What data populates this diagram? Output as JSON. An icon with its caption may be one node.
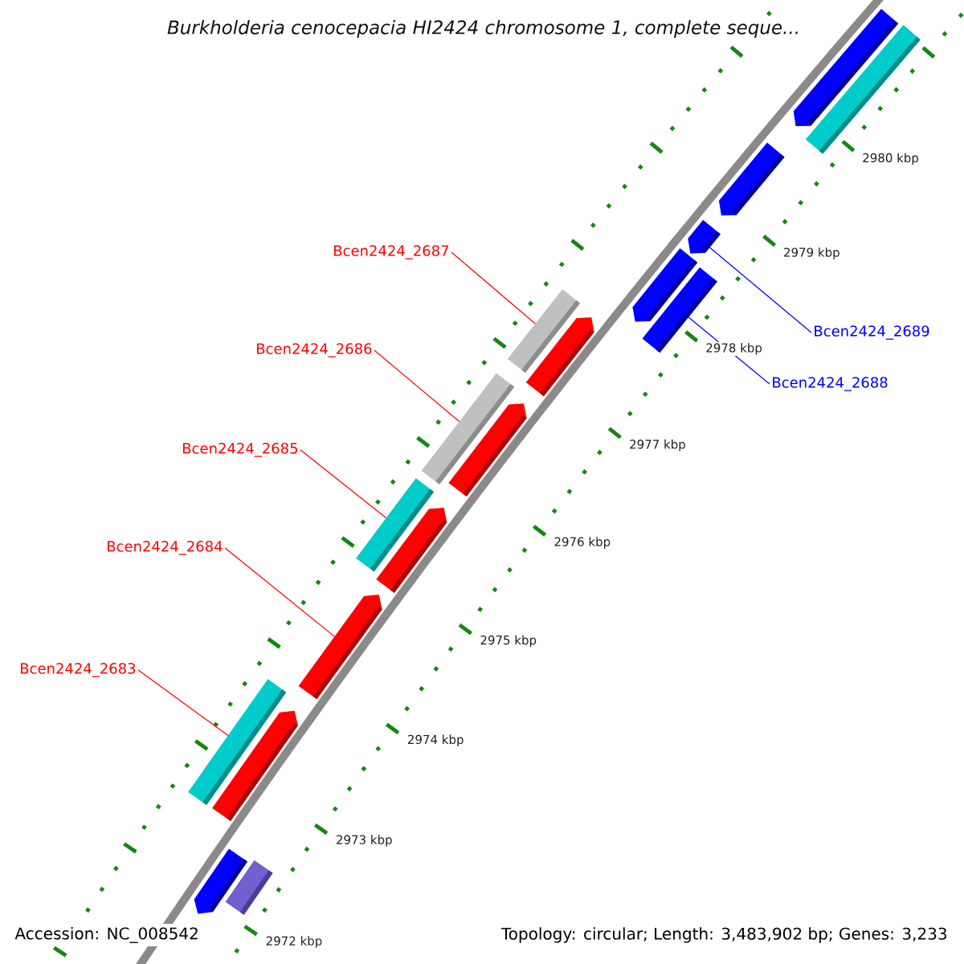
{
  "diagram": {
    "title": "Burkholderia cenocepacia HI2424 chromosome 1, complete seque...",
    "nodes": [
      {
        "text": [
          "Bcen2424_2687"
        ]
      },
      {
        "text": [
          "Bcen2424_2686"
        ]
      },
      {
        "text": [
          "Bcen2424_2685"
        ]
      },
      {
        "text": [
          "Bcen2424_2684"
        ]
      },
      {
        "text": [
          "Bcen2424_2683"
        ]
      },
      {
        "text": [
          "Bcen2424_2689"
        ]
      },
      {
        "text": [
          "Bcen2424_2688"
        ]
      },
      {
        "text": [],
        "shape": "pentagon"
      },
      {
        "text": [],
        "shape": "bar"
      },
      {
        "text": [],
        "shape": "pentagon"
      },
      {
        "text": [],
        "shape": "pentagon"
      },
      {
        "text": [],
        "shape": "pentagon"
      },
      {
        "text": [],
        "shape": "bar"
      },
      {
        "text": [],
        "shape": "bar"
      },
      {
        "text": [],
        "shape": "pentagon"
      },
      {
        "text": [],
        "shape": "bar"
      },
      {
        "text": [],
        "shape": "pentagon"
      },
      {
        "text": [],
        "shape": "bar"
      },
      {
        "text": [],
        "shape": "pentagon"
      },
      {
        "text": [],
        "shape": "pentagon"
      },
      {
        "text": [],
        "shape": "bar"
      },
      {
        "text": [],
        "shape": "pentagon"
      },
      {
        "text": [],
        "shape": "pentagon"
      },
      {
        "text": [],
        "shape": "bar"
      }
    ],
    "edges": [
      {
        "from": 0,
        "to": 13,
        "arrow": "none"
      },
      {
        "from": 1,
        "to": 15,
        "arrow": "none"
      },
      {
        "from": 2,
        "to": 17,
        "arrow": "none"
      },
      {
        "from": 3,
        "to": 19,
        "arrow": "none"
      },
      {
        "from": 4,
        "to": 20,
        "arrow": "none"
      },
      {
        "from": 5,
        "to": 10,
        "arrow": "none",
        "color": "#0000ff"
      },
      {
        "from": 6,
        "to": 12,
        "arrow": "none",
        "color": "#0000ff"
      }
    ],
    "labels": [
      "2980 kbp",
      "2979 kbp",
      "2978 kbp",
      "2977 kbp",
      "2976 kbp",
      "2975 kbp",
      "2974 kbp",
      "2973 kbp",
      "2972 kbp",
      "Accession: NC_008542",
      "Topology: circular; Length: 3,483,902 bp; Genes: 3,233"
    ]
  }
}
